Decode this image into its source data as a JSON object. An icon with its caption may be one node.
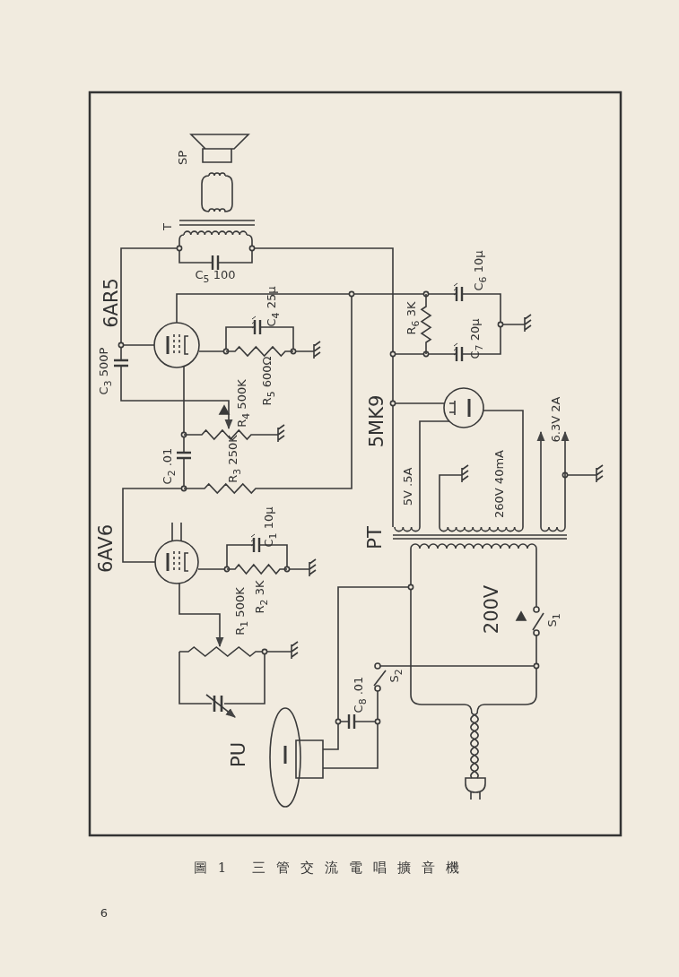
{
  "diagram": {
    "caption": "圖1 三管交流電唱擴音機",
    "labels": [
      "SP",
      "T",
      "C$_{5}$ 100",
      "6AR5",
      "C$_{3}$ 500P",
      "C$_{4}$ 25μ",
      "R$_{5}$ 600Ω",
      "R$_{4}$ 500K",
      "C$_{2}$ .01",
      "R$_{3}$ 250K",
      "5MK9",
      "R$_{6}$ 3K",
      "C$_{6}$ 10μ",
      "C$_{7}$ 20μ",
      "6.3V 2A",
      "5V .5A",
      "260V 40mA",
      "PT",
      "6AV6",
      "C$_{1}$ 10μ",
      "R$_{2}$ 3K",
      "R$_{1}$ 500K",
      "PU",
      "C$_{8}$ .01",
      "S$_{2}$",
      "200V",
      "S$_{1}$",
      "6"
    ]
  }
}
